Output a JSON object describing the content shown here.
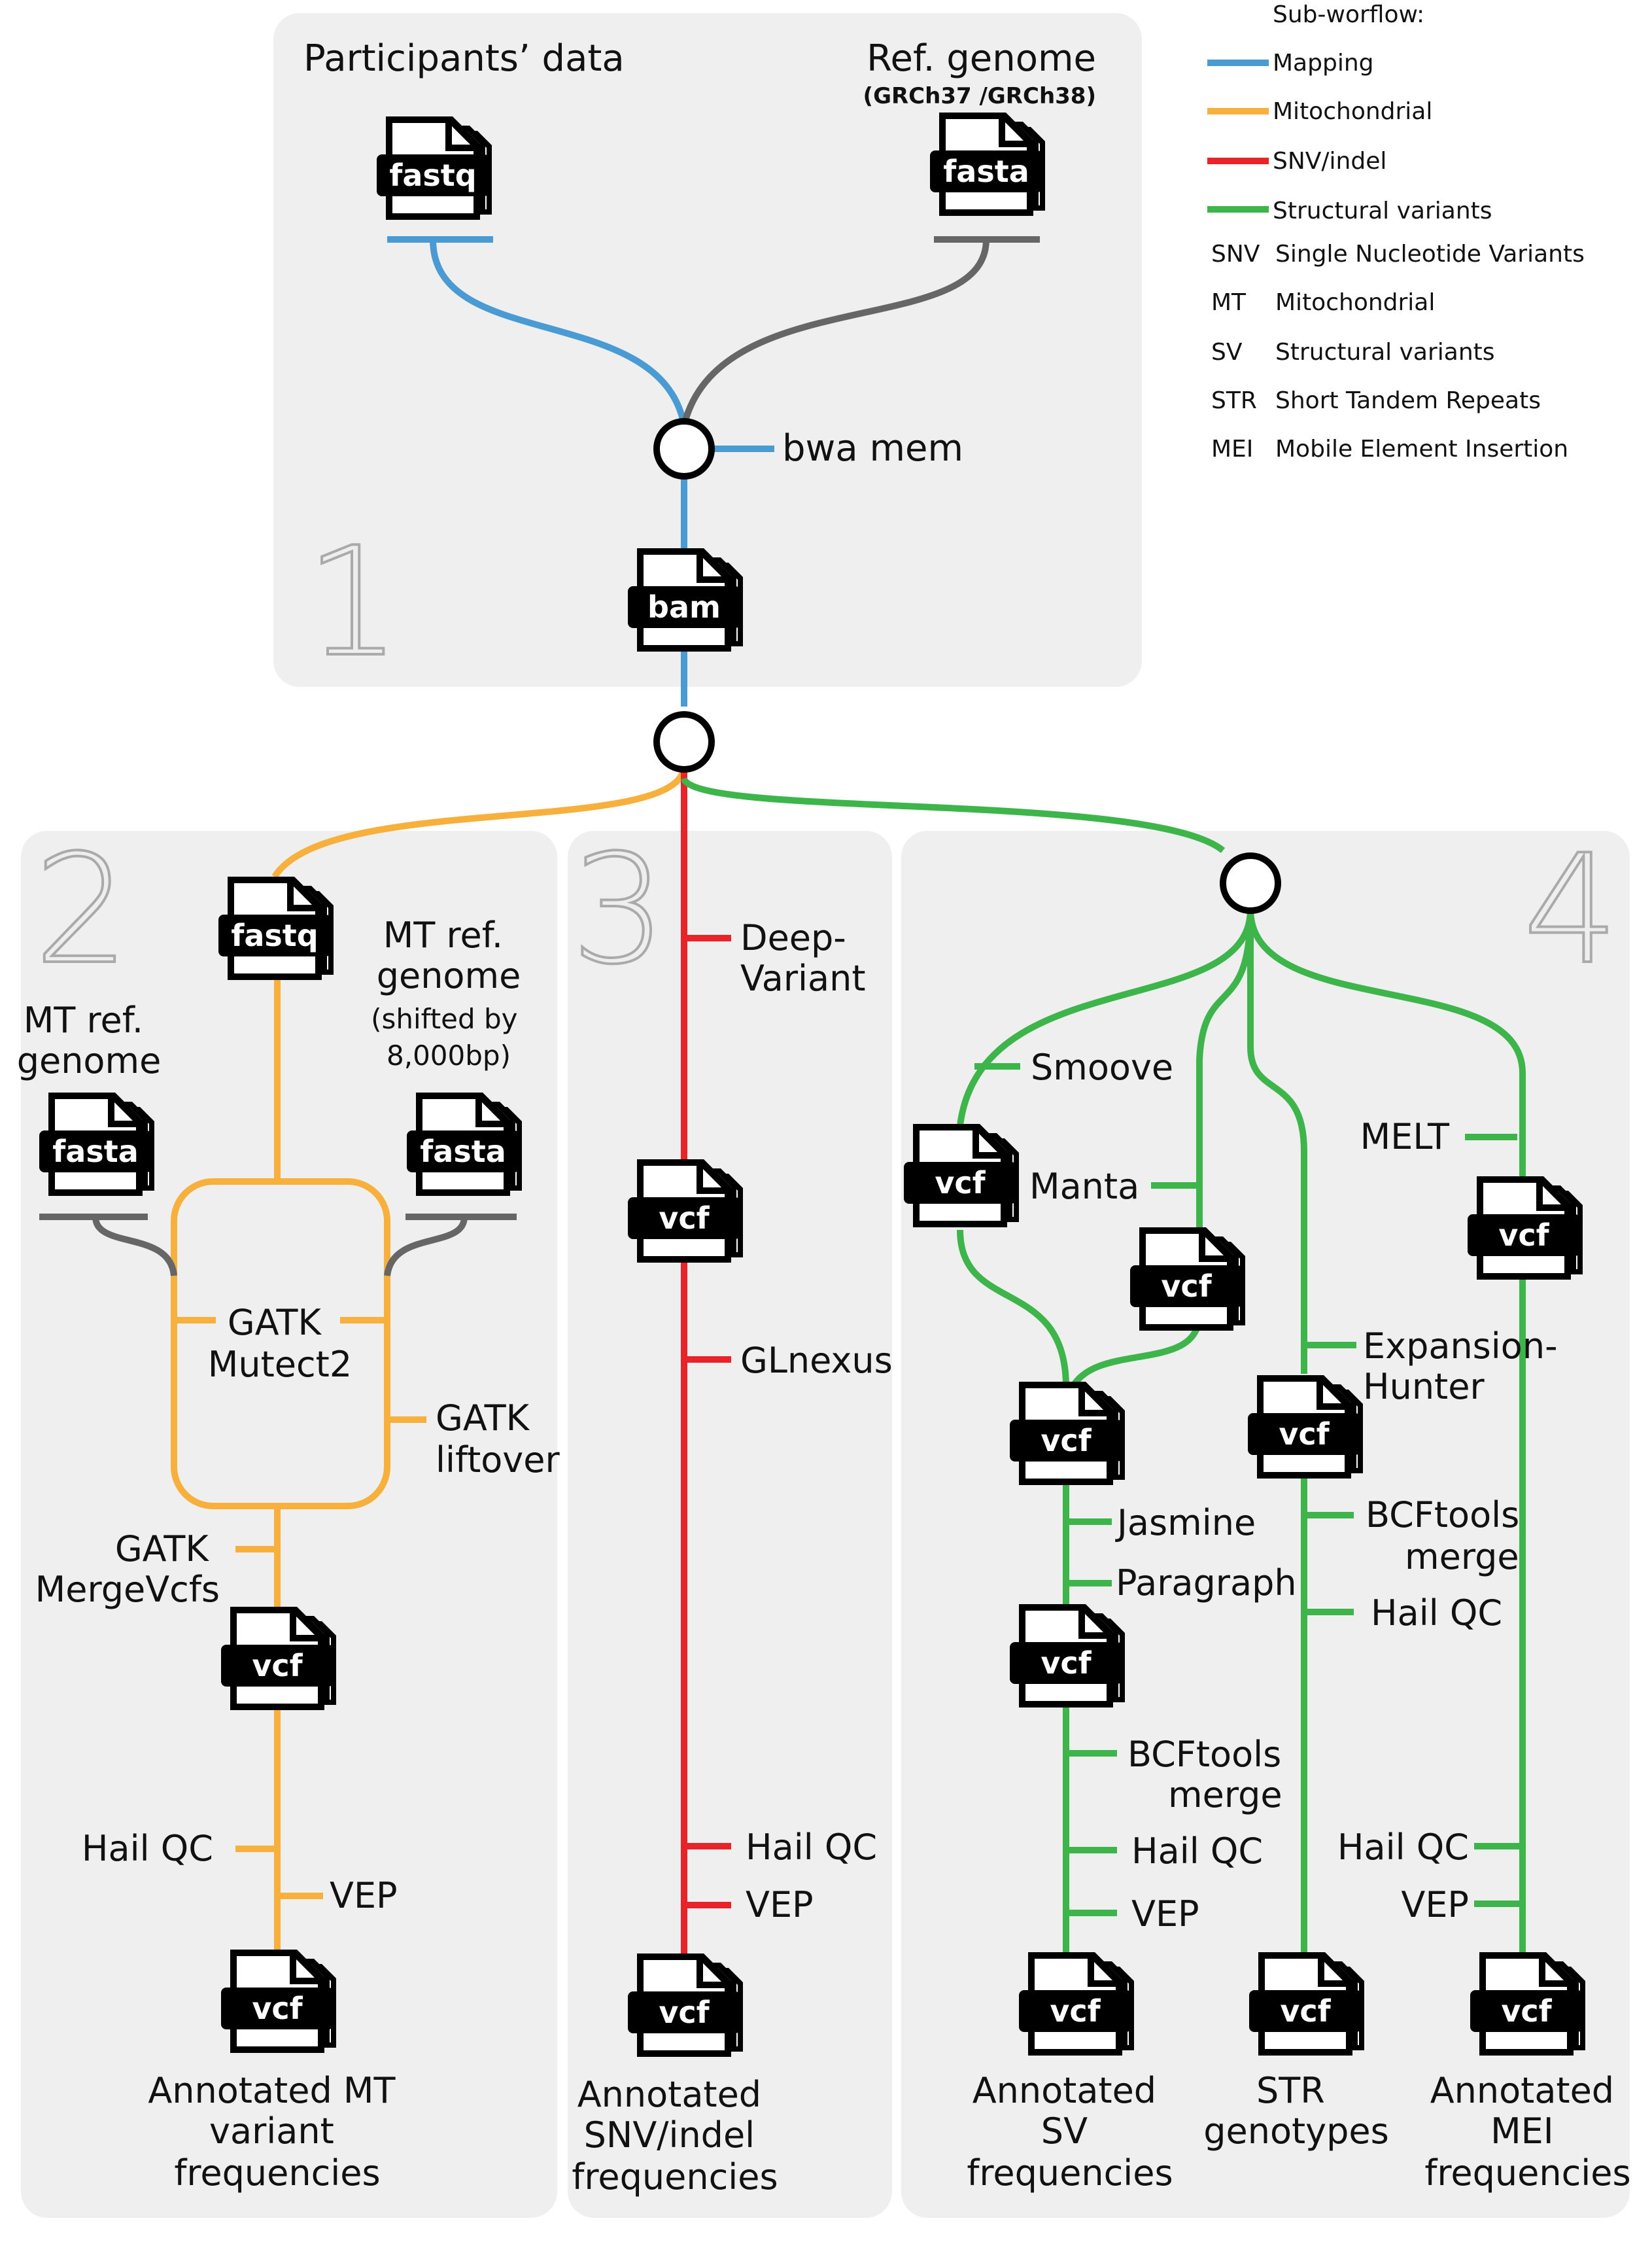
{
  "legend": {
    "title": "Sub-worflow:",
    "items": [
      {
        "label": "Mapping",
        "color": "#4a9bd4"
      },
      {
        "label": "Mitochondrial",
        "color": "#f7b03c"
      },
      {
        "label": "SNV/indel",
        "color": "#e8232a"
      },
      {
        "label": "Structural variants",
        "color": "#3db54a"
      }
    ],
    "abbreviations": [
      {
        "abbr": "SNV",
        "meaning": "Single Nucleotide Variants"
      },
      {
        "abbr": "MT",
        "meaning": "Mitochondrial"
      },
      {
        "abbr": "SV",
        "meaning": "Structural variants"
      },
      {
        "abbr": "STR",
        "meaning": "Short Tandem Repeats"
      },
      {
        "abbr": "MEI",
        "meaning": "Mobile Element Insertion"
      }
    ]
  },
  "panel1": {
    "number": "1",
    "participants": "Participants’ data",
    "ref_title": "Ref. genome",
    "ref_sub": "(GRCh37 /GRCh38)",
    "tool": "bwa mem"
  },
  "panel2": {
    "number": "2",
    "mt_ref_left": [
      "MT ref.",
      "genome"
    ],
    "mt_ref_right": [
      "MT ref.",
      "genome"
    ],
    "mt_ref_right_sub": [
      "(shifted by",
      "8,000bp)"
    ],
    "mutect": [
      "GATK",
      "Mutect2"
    ],
    "liftover": [
      "GATK",
      "liftover"
    ],
    "mergevcfs": [
      "GATK",
      "MergeVcfs"
    ],
    "hail": "Hail QC",
    "vep": "VEP",
    "output": [
      "Annotated MT",
      "variant",
      "frequencies"
    ]
  },
  "panel3": {
    "number": "3",
    "deepvariant": [
      "Deep-",
      "Variant"
    ],
    "glnexus": "GLnexus",
    "hail": "Hail QC",
    "vep": "VEP",
    "output": [
      "Annotated",
      "SNV/indel",
      "frequencies"
    ]
  },
  "panel4": {
    "number": "4",
    "smoove": "Smoove",
    "manta": "Manta",
    "melt": "MELT",
    "expansion": [
      "Expansion-",
      "Hunter"
    ],
    "jasmine": "Jasmine",
    "paragraph": "Paragraph",
    "bcf_left": [
      "BCFtools",
      "merge"
    ],
    "bcf_right": [
      "BCFtools",
      "merge"
    ],
    "hail_sv": "Hail QC",
    "vep_sv": "VEP",
    "hail_str": "Hail QC",
    "hail_mei": "Hail QC",
    "vep_mei": "VEP",
    "out_sv": [
      "Annotated",
      "SV",
      "frequencies"
    ],
    "out_str": [
      "STR",
      "genotypes"
    ],
    "out_mei": [
      "Annotated",
      "MEI",
      "frequencies"
    ]
  },
  "files": {
    "fastq": "fastq",
    "fasta": "fasta",
    "bam": "bam",
    "vcf": "vcf"
  },
  "colors": {
    "mapping": "#4a9bd4",
    "mito": "#f7b03c",
    "snv": "#e8232a",
    "sv": "#3db54a",
    "ref": "#666666",
    "panel_bg": "#efefef"
  }
}
